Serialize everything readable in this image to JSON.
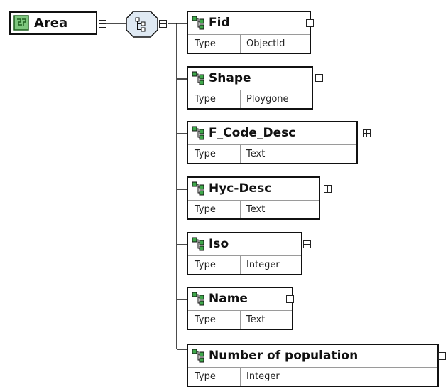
{
  "root": {
    "label": "Area",
    "icon": "complex-type-icon"
  },
  "sequence": {
    "icon": "sequence-compositor-icon"
  },
  "elements": [
    {
      "name": "Fid",
      "type_key": "Type",
      "type_value": "ObjectId"
    },
    {
      "name": "Shape",
      "type_key": "Type",
      "type_value": "Ploygone"
    },
    {
      "name": "F_Code_Desc",
      "type_key": "Type",
      "type_value": "Text"
    },
    {
      "name": "Hyc-Desc",
      "type_key": "Type",
      "type_value": "Text"
    },
    {
      "name": "Iso",
      "type_key": "Type",
      "type_value": "Integer"
    },
    {
      "name": "Name",
      "type_key": "Type",
      "type_value": "Text"
    },
    {
      "name": "Number of population",
      "type_key": "Type",
      "type_value": "Integer"
    }
  ],
  "colors": {
    "root_icon_fill": "#7fc77f",
    "element_icon_fill": "#3ea84a",
    "sequence_fill": "#dfe9f3",
    "line": "#111111"
  }
}
